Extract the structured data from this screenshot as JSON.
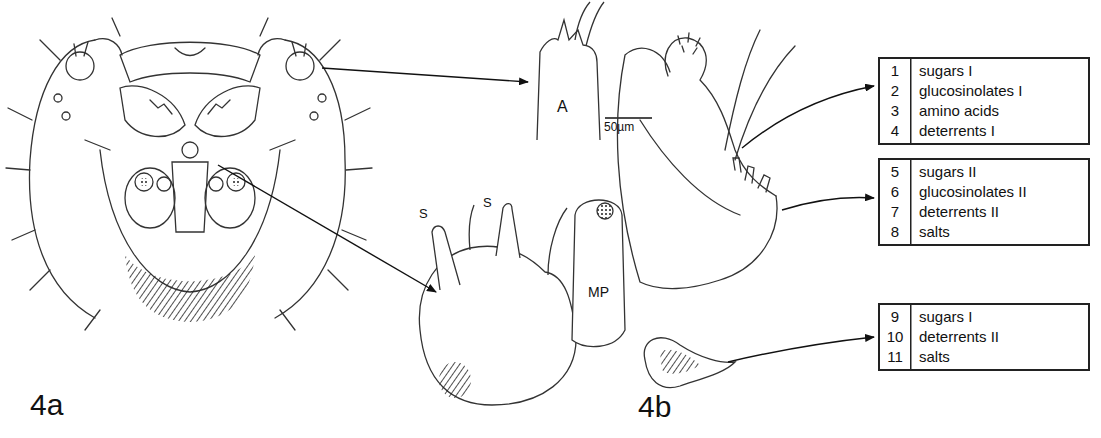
{
  "diagram": {
    "nodes": [
      {
        "text": [
          "1",
          "sugars I",
          "2",
          "glucosinolates I",
          "3",
          "amino acids",
          "4",
          "deterrents I"
        ]
      },
      {
        "text": [
          "5",
          "sugars II",
          "6",
          "glucosinolates II",
          "7",
          "deterrents II",
          "8",
          "salts"
        ]
      },
      {
        "text": [
          "9",
          "sugars I",
          "10",
          "deterrents II",
          "11",
          "salts"
        ]
      }
    ],
    "labels": [
      "A",
      "50µm",
      "S",
      "S",
      "MP",
      "4a",
      "4b"
    ]
  }
}
